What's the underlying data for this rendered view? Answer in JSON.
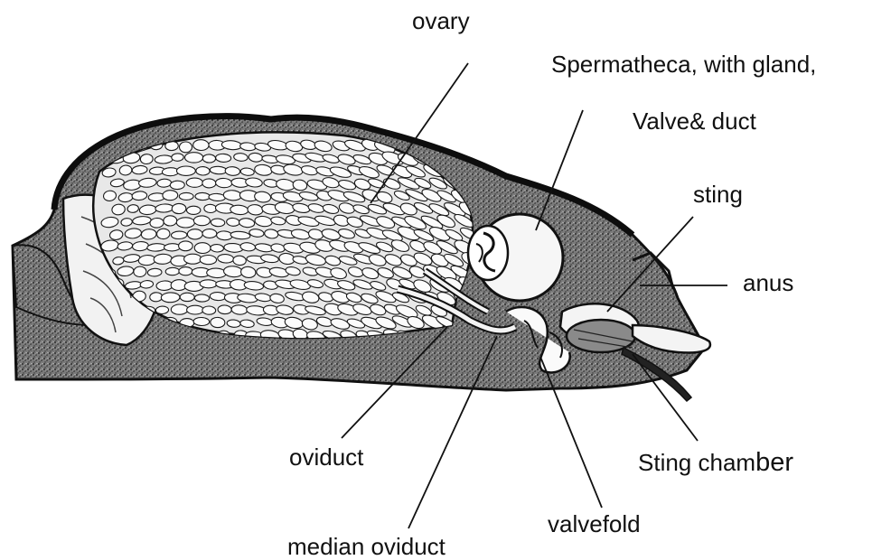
{
  "labels": {
    "ovary": "ovary",
    "spermatheca_line1": "Spermatheca, with gland,",
    "spermatheca_line2": "Valve& duct",
    "sting": "sting",
    "anus": "anus",
    "oviduct": "oviduct",
    "median_oviduct": "median oviduct",
    "valvefold": "valvefold",
    "sting_chamber_a": "Sting cham",
    "sting_chamber_b": "ber"
  },
  "colors": {
    "ink": "#111111",
    "stipple_dark": "#2a2a2a",
    "stipple_mid": "#8a8a8a",
    "egg_fill": "#f4f4f4",
    "background": "#ffffff"
  }
}
